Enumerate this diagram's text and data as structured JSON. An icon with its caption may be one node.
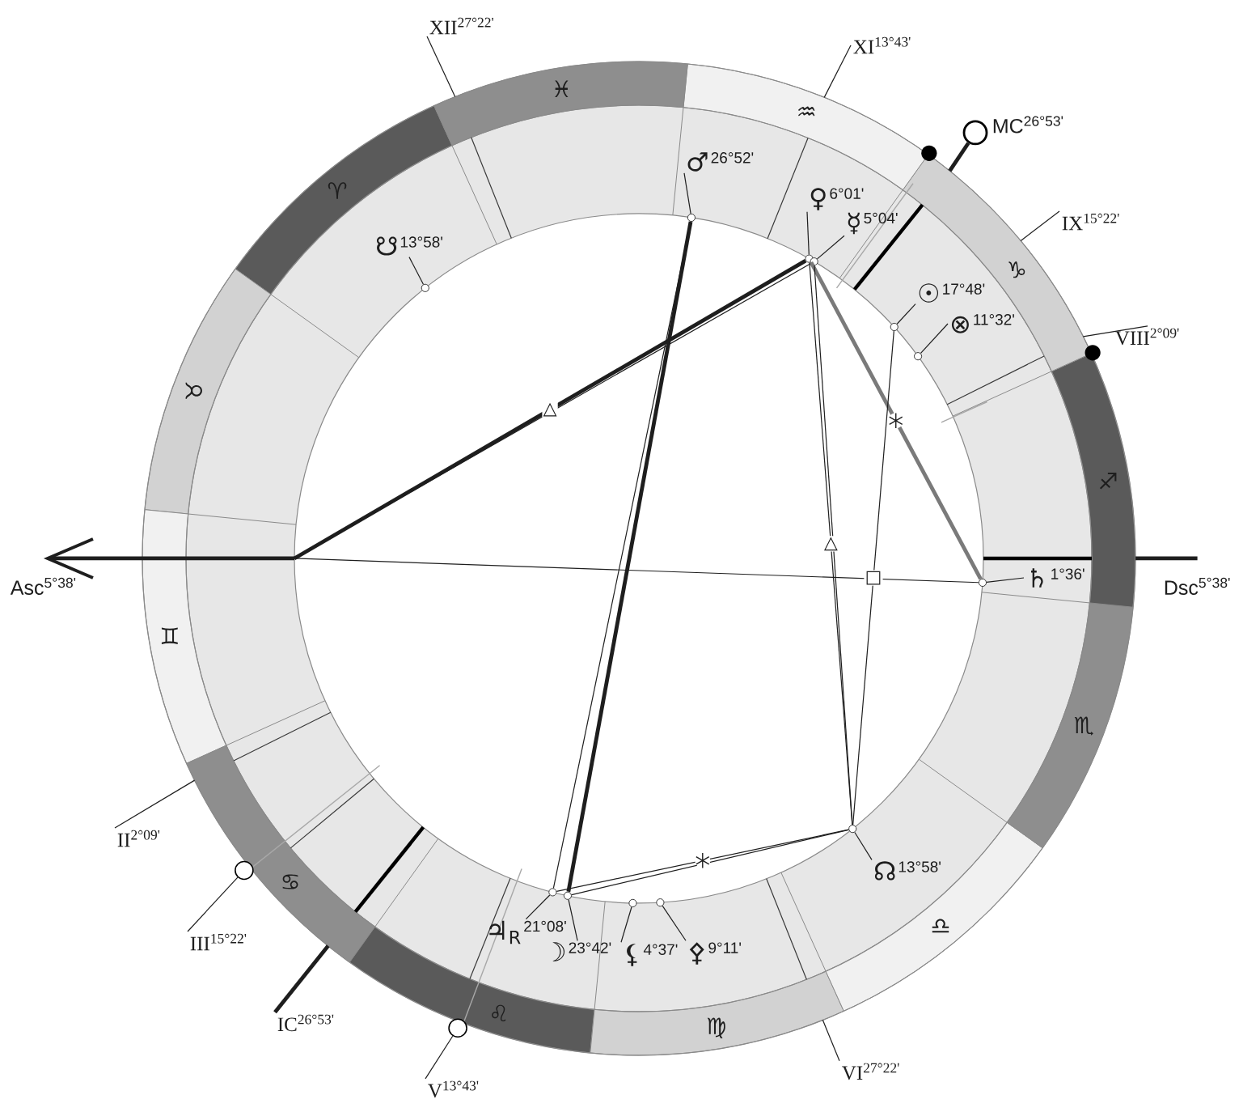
{
  "diagram": {
    "nodes": [
      {
        "text": [
          "XII$^{27°22'}$"
        ]
      },
      {
        "text": [
          "XI$^{13°43'}$"
        ]
      },
      {
        "text": [
          "MC$^{26°53'}$"
        ]
      },
      {
        "text": [
          "♂",
          "26°52'"
        ]
      },
      {
        "text": [
          "♀",
          "6°01'"
        ]
      },
      {
        "text": [
          "☿",
          "5°04'"
        ]
      },
      {
        "text": [
          "IX$^{15°22'}$"
        ]
      },
      {
        "text": [
          "☋",
          "13°58'"
        ]
      },
      {
        "text": [
          "☉",
          "17°48'"
        ]
      },
      {
        "text": [
          "⊗",
          "11°32'"
        ]
      },
      {
        "text": [
          "VIII$^{2°09'}$"
        ]
      },
      {
        "text": [
          "Asc$^{5°38'}$"
        ]
      },
      {
        "text": [
          "♄",
          "1°36'"
        ]
      },
      {
        "text": [
          "Dsc$^{5°38'}$"
        ]
      },
      {
        "text": [
          "II$^{2°09'}$"
        ]
      },
      {
        "text": [
          "☊",
          "13°58'"
        ]
      },
      {
        "text": [
          "♃$_{R}$",
          "21°08'"
        ]
      },
      {
        "text": [
          "☽",
          "23°42'"
        ]
      },
      {
        "text": [
          "⚸",
          "4°37'"
        ]
      },
      {
        "text": [
          "⚴",
          "9°11'"
        ]
      },
      {
        "text": [
          "III$^{15°22'}$"
        ]
      },
      {
        "text": [
          "IC$^{26°53'}$"
        ]
      },
      {
        "text": [
          "VI$^{27°22'}$"
        ]
      },
      {
        "text": [
          "V$^{13°43'}$"
        ]
      },
      {
        "text": [],
        "shape": "circle"
      },
      {
        "text": [],
        "shape": "circle"
      },
      {
        "text": [],
        "shape": "circle"
      },
      {
        "text": [],
        "shape": "circle"
      },
      {
        "text": [],
        "shape": "circle"
      },
      {
        "text": [],
        "shape": "circle"
      },
      {
        "text": [],
        "shape": "circle"
      },
      {
        "text": [],
        "shape": "circle"
      },
      {
        "text": [],
        "shape": "circle"
      },
      {
        "text": [],
        "shape": "circle"
      },
      {
        "text": [],
        "shape": "circle"
      },
      {
        "text": [],
        "shape": "circle"
      },
      {
        "text": [],
        "shape": "circle"
      },
      {
        "text": [],
        "shape": "circle"
      },
      {
        "text": [],
        "shape": "circle"
      }
    ],
    "edges": [
      {
        "from": 0,
        "to": null,
        "arrow": "none"
      },
      {
        "from": 1,
        "to": null,
        "arrow": "none"
      },
      {
        "from": 36,
        "to": null,
        "arrow": "none",
        "style": "thick"
      },
      {
        "from": 6,
        "to": null,
        "arrow": "none"
      },
      {
        "from": 10,
        "to": null,
        "arrow": "none"
      },
      {
        "from": null,
        "to": 11,
        "arrow": "to",
        "style": "thick"
      },
      {
        "from": 13,
        "to": null,
        "arrow": "none",
        "style": "thick"
      },
      {
        "from": 14,
        "to": null,
        "arrow": "none"
      },
      {
        "from": 20,
        "to": 37,
        "arrow": "none"
      },
      {
        "from": 21,
        "to": null,
        "arrow": "none",
        "style": "thick"
      },
      {
        "from": 22,
        "to": null,
        "arrow": "none"
      },
      {
        "from": 23,
        "to": 38,
        "arrow": "none"
      },
      {
        "from": 3,
        "to": 24,
        "arrow": "none"
      },
      {
        "from": 4,
        "to": 25,
        "arrow": "none"
      },
      {
        "from": 5,
        "to": 26,
        "arrow": "none"
      },
      {
        "from": 7,
        "to": 27,
        "arrow": "none"
      },
      {
        "from": 8,
        "to": 28,
        "arrow": "none"
      },
      {
        "from": 9,
        "to": 29,
        "arrow": "none"
      },
      {
        "from": 12,
        "to": 30,
        "arrow": "none"
      },
      {
        "from": 15,
        "to": 31,
        "arrow": "none"
      },
      {
        "from": 16,
        "to": 32,
        "arrow": "none"
      },
      {
        "from": 17,
        "to": 33,
        "arrow": "none"
      },
      {
        "from": 18,
        "to": 34,
        "arrow": "none"
      },
      {
        "from": 19,
        "to": 35,
        "arrow": "none"
      },
      {
        "from": null,
        "to": 25,
        "arrow": "none",
        "style": "thick",
        "label": "△"
      },
      {
        "from": null,
        "to": 26,
        "arrow": "none"
      },
      {
        "from": null,
        "to": 30,
        "arrow": "none"
      },
      {
        "from": 24,
        "to": 33,
        "arrow": "none",
        "style": "thick"
      },
      {
        "from": 24,
        "to": 32,
        "arrow": "none"
      },
      {
        "from": 25,
        "to": 30,
        "arrow": "none",
        "style": "thick",
        "color": "#7a7a7a"
      },
      {
        "from": 25,
        "to": 31,
        "arrow": "none",
        "label": "△"
      },
      {
        "from": 26,
        "to": 31,
        "arrow": "none"
      },
      {
        "from": 28,
        "to": 31,
        "arrow": "none",
        "label": "□"
      },
      {
        "from": 31,
        "to": 32,
        "arrow": "none"
      },
      {
        "from": 31,
        "to": 33,
        "arrow": "none"
      }
    ],
    "labels": [
      "♓",
      "♒",
      "♈",
      "♑",
      "♉",
      "♐",
      "♊",
      "♏",
      "♋",
      "♎",
      "♌",
      "♍"
    ]
  }
}
